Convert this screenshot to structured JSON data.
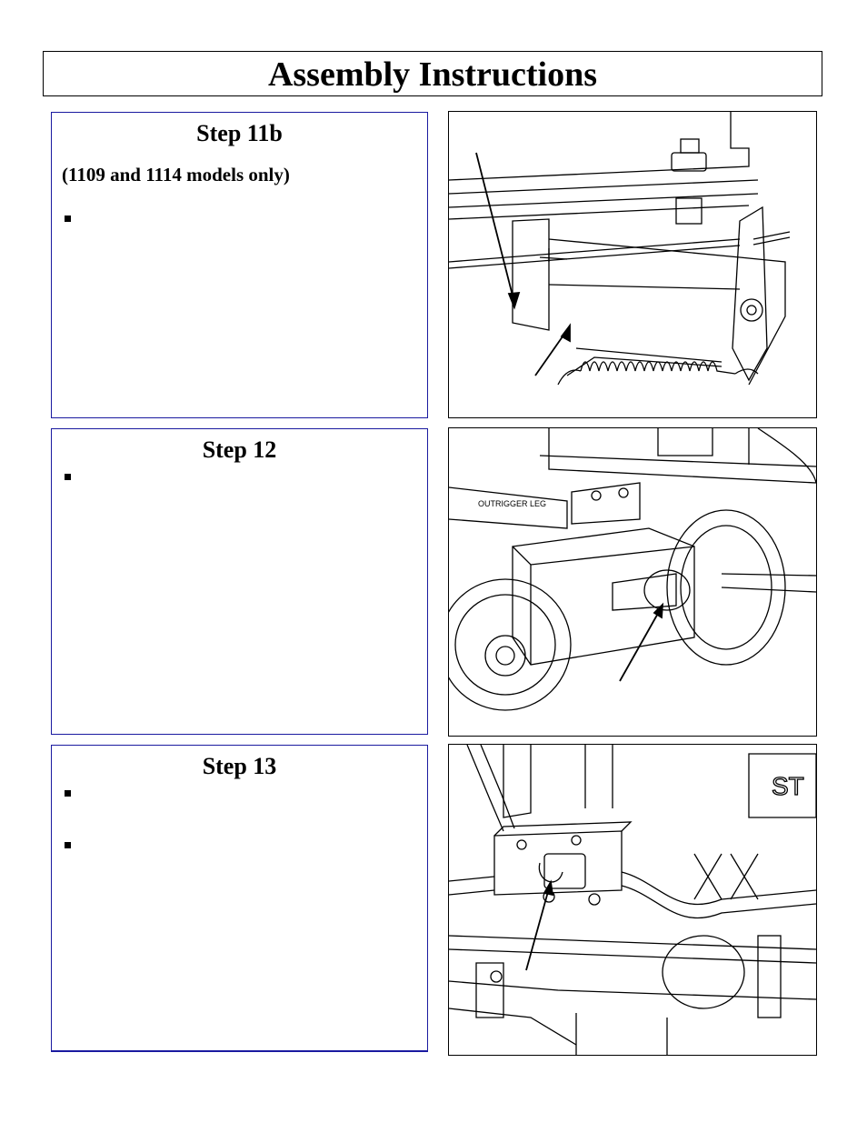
{
  "header": {
    "title": "Assembly Instructions"
  },
  "steps": [
    {
      "title": "Step 11b",
      "subtitle": "(1109 and 1114 models only)",
      "bullets": 1
    },
    {
      "title": "Step 12",
      "bullets": 1
    },
    {
      "title": "Step 13",
      "bullets": 2
    }
  ],
  "figures": [
    {
      "icon": "bracket-spring-diagram"
    },
    {
      "icon": "wheel-axle-diagram",
      "label": "OUTRIGGER LEG"
    },
    {
      "icon": "valve-assembly-diagram"
    }
  ]
}
